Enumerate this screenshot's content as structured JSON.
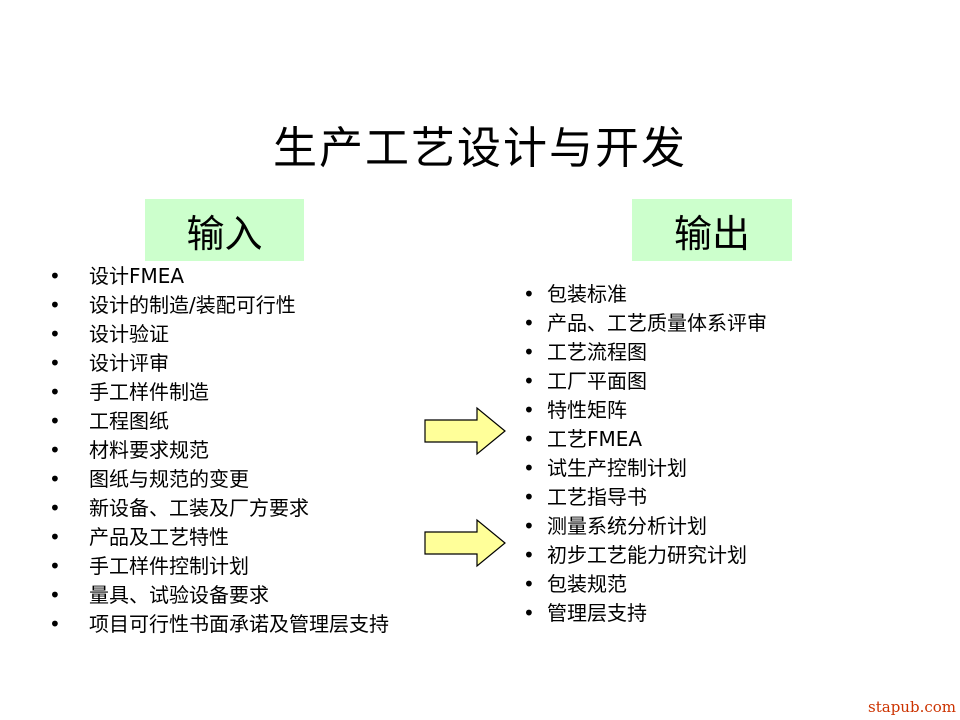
{
  "title": "生产工艺设计与开发",
  "header_color": "#ccffcc",
  "arrow_color": "#ffff99",
  "inputs": {
    "label": "输入",
    "items": [
      "设计FMEA",
      "设计的制造/装配可行性",
      "设计验证",
      "设计评审",
      "手工样件制造",
      "工程图纸",
      "材料要求规范",
      "图纸与规范的变更",
      "新设备、工装及厂方要求",
      "产品及工艺特性",
      "手工样件控制计划",
      "量具、试验设备要求",
      "项目可行性书面承诺及管理层支持"
    ]
  },
  "outputs": {
    "label": "输出",
    "items": [
      "包装标准",
      "产品、工艺质量体系评审",
      "工艺流程图",
      "工厂平面图",
      "特性矩阵",
      "工艺FMEA",
      "试生产控制计划",
      "工艺指导书",
      "测量系统分析计划",
      "初步工艺能力研究计划",
      "包装规范",
      "管理层支持"
    ]
  },
  "watermark": "stapub.com"
}
